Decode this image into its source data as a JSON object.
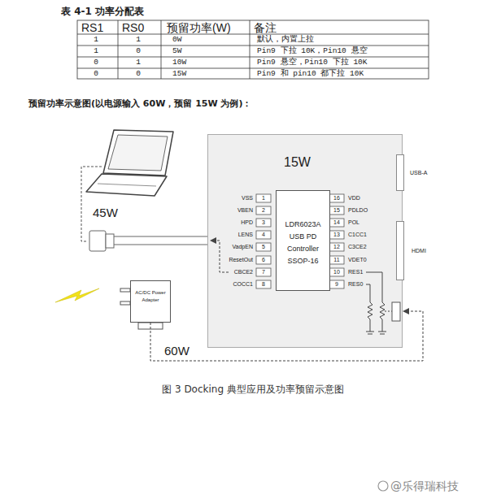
{
  "diagram": {
    "caption": "图 3 Docking 典型应用及功率预留示意图",
    "nodes": [
      {
        "text": [
          "15W"
        ]
      },
      {
        "text": [
          "LDR6023A USB PD Controller SSOP-16"
        ],
        "in": 0
      },
      {
        "text": [
          "USB-A"
        ]
      },
      {
        "text": [
          "HDMI"
        ]
      },
      {
        "text": [
          "AC/DC Power Adapter"
        ]
      }
    ],
    "edges": [
      {
        "from": 4,
        "to": 0,
        "arrow": "to",
        "label": "60W"
      }
    ],
    "labels": [
      "表 4-1 功率分配表",
      "RS1",
      "RS0",
      "预留功率(W)",
      "备注",
      "1",
      "1",
      "0W",
      "默认，内置上拉",
      "1",
      "0",
      "5W",
      "Pin9 下拉 10K，Pin10 悬空",
      "0",
      "1",
      "10W",
      "Pin9 悬空，Pin10 下拉 10K",
      "0",
      "0",
      "15W",
      "Pin9 和 pin10 都下拉 10K",
      "预留功率示意图(以电源输入 60W，预留 15W 为例)：",
      "1",
      "VSS",
      "2",
      "VBEN",
      "3",
      "HPD",
      "4",
      "LENS",
      "5",
      "VadpEN",
      "6",
      "ResetOut",
      "7",
      "CBCE2",
      "8",
      "COCC1",
      "9",
      "RES0",
      "10",
      "RES1",
      "11",
      "VDET0",
      "12",
      "C3CE2",
      "13",
      "C1CC1",
      "14",
      "POL",
      "15",
      "PDLDO",
      "16",
      "VDD",
      "45W",
      "@乐得瑞科技"
    ]
  }
}
